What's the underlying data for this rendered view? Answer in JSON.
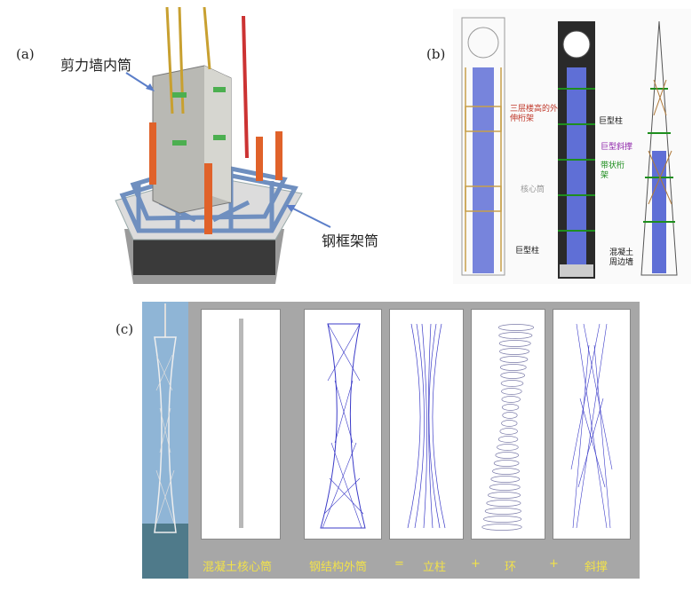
{
  "labels": {
    "a": "(a)",
    "b": "(b)",
    "c": "(c)"
  },
  "panel_a": {
    "inner_core": "剪力墙内筒",
    "outer_frame": "钢框架筒"
  },
  "panel_b": {
    "outrigger": "三层楼高的外伸桁架",
    "core": "核心筒",
    "mega_col_1": "巨型柱",
    "mega_col_2": "巨型柱",
    "mega_brace": "巨型斜撑",
    "belt_truss": "带状桁架",
    "perimeter": "混凝土周边墙"
  },
  "panel_c": {
    "captions": [
      "混凝土核心筒",
      "钢结构外筒",
      "=",
      "立柱",
      "+",
      "环",
      "+",
      "斜撑"
    ]
  },
  "colors": {
    "steel_blue": "#3b3bc8",
    "caption_yellow": "#f2e24a",
    "panel_gray": "#a7a7a7"
  }
}
